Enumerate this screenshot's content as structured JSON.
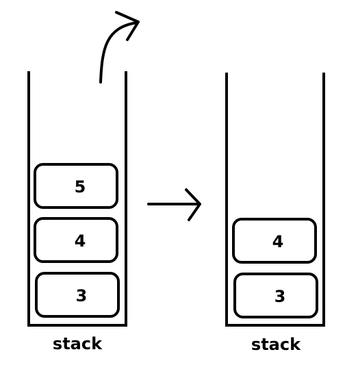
{
  "left_stack": {
    "label": "stack",
    "items": [
      "5",
      "4",
      "3"
    ]
  },
  "right_stack": {
    "label": "stack",
    "items": [
      "4",
      "3"
    ]
  },
  "colors": {
    "stroke": "#000000",
    "background": "#ffffff"
  },
  "icons": {
    "pop_arrow": "curved-arrow-up-right",
    "transition_arrow": "arrow-right"
  }
}
